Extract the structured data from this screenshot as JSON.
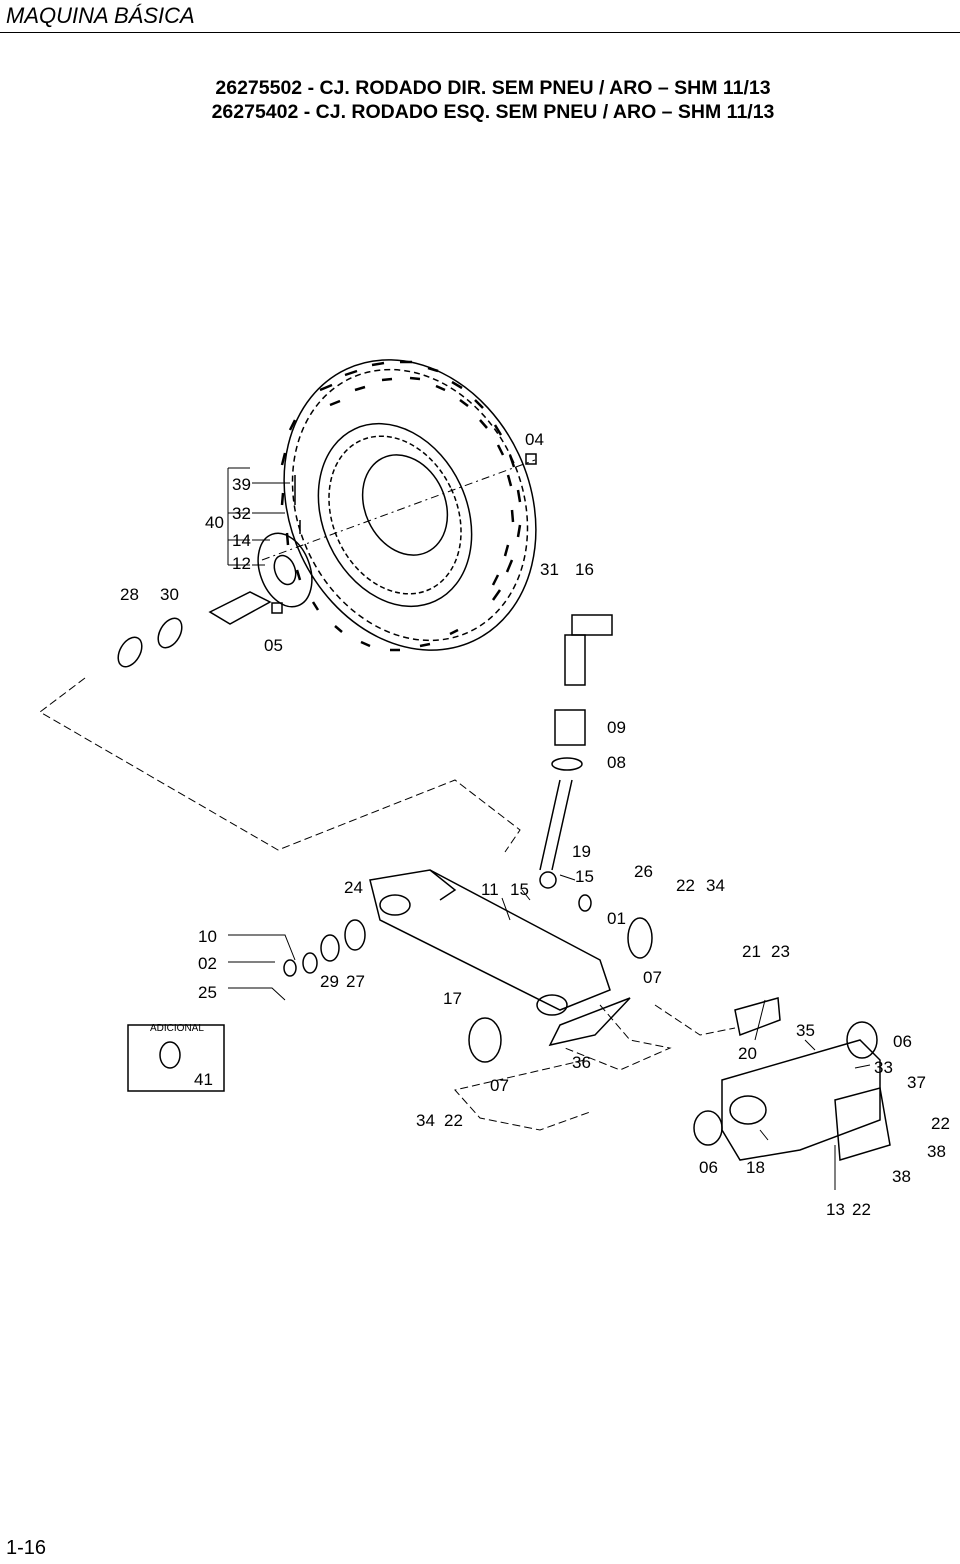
{
  "header": {
    "section_title": "MAQUINA BÁSICA"
  },
  "document": {
    "title_lines": [
      "26275502 - CJ. RODADO DIR. SEM PNEU / ARO – SHM 11/13",
      "26275402 - CJ. RODADO ESQ. SEM PNEU / ARO – SHM 11/13"
    ]
  },
  "diagram": {
    "callouts": [
      "04",
      "39",
      "40",
      "32",
      "14",
      "12",
      "28",
      "30",
      "05",
      "31",
      "16",
      "09",
      "08",
      "19",
      "15",
      "26",
      "24",
      "11",
      "15",
      "22",
      "34",
      "01",
      "10",
      "02",
      "25",
      "29",
      "27",
      "17",
      "21",
      "23",
      "07",
      "ADICIONAL",
      "41",
      "36",
      "35",
      "06",
      "20",
      "33",
      "37",
      "07",
      "34",
      "22",
      "22",
      "38",
      "06",
      "18",
      "38",
      "13",
      "22"
    ]
  },
  "footer": {
    "page_number": "1-16"
  }
}
